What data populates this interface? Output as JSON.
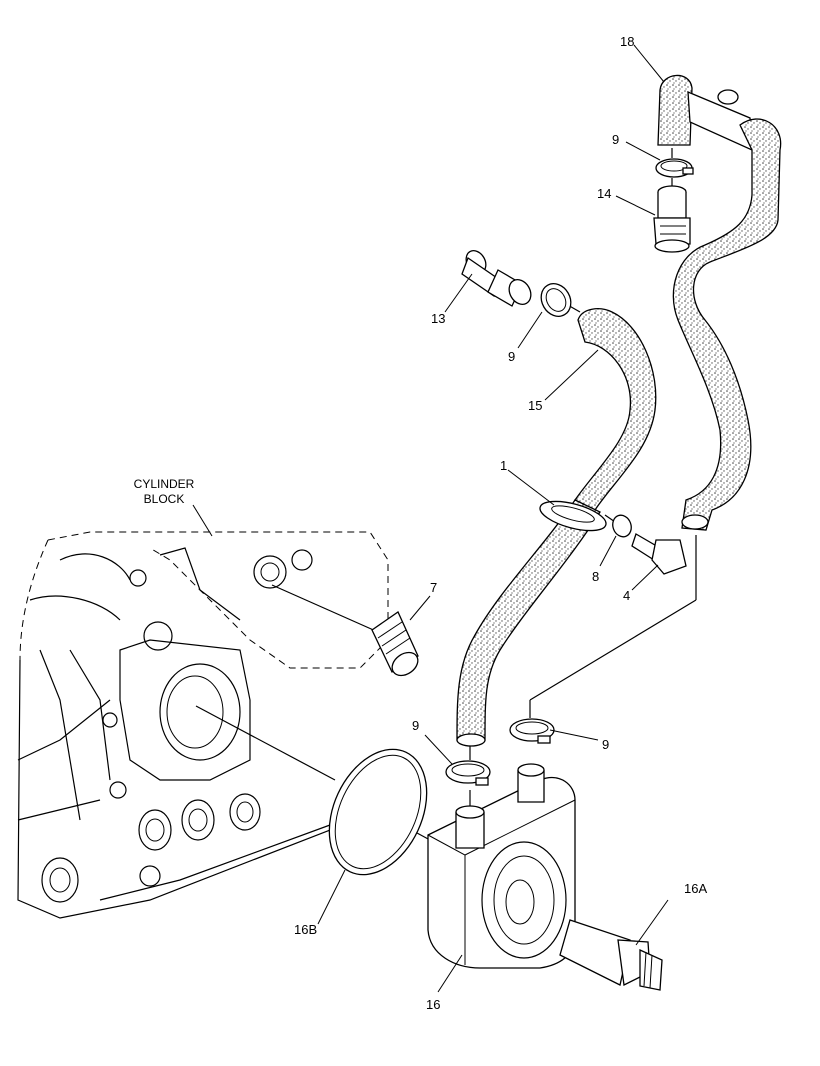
{
  "block_label": [
    "CYLINDER",
    "BLOCK"
  ],
  "callouts": {
    "c18": "18",
    "c9_top": "9",
    "c14": "14",
    "c13": "13",
    "c9_upper_left": "9",
    "c15": "15",
    "c1": "1",
    "c8": "8",
    "c4": "4",
    "c7": "7",
    "c9_lower_left": "9",
    "c9_lower_right": "9",
    "c16A": "16A",
    "c16B": "16B",
    "c16": "16"
  }
}
